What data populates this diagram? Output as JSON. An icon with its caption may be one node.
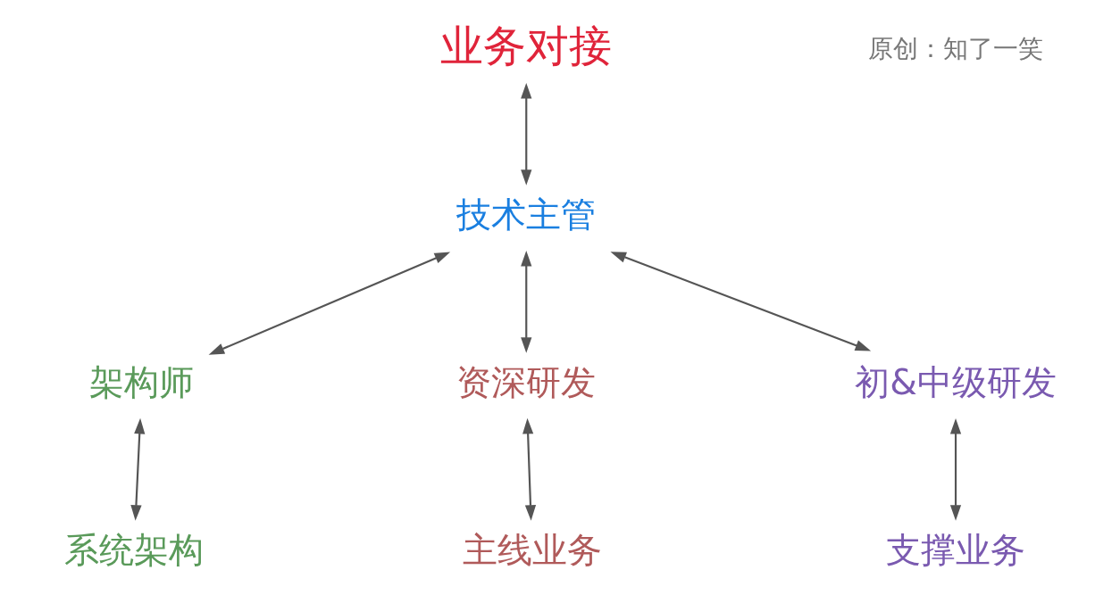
{
  "diagram": {
    "nodes": [
      {
        "text": [
          "业务对接"
        ]
      },
      {
        "text": [
          "技术主管"
        ]
      },
      {
        "text": [
          "架构师"
        ]
      },
      {
        "text": [
          "资深研发"
        ]
      },
      {
        "text": [
          "初&中级研发"
        ]
      },
      {
        "text": [
          "系统架构"
        ]
      },
      {
        "text": [
          "主线业务"
        ]
      },
      {
        "text": [
          "支撑业务"
        ]
      }
    ],
    "edges": [
      {
        "from": 0,
        "to": 1,
        "arrow": "both"
      },
      {
        "from": 1,
        "to": 2,
        "arrow": "both"
      },
      {
        "from": 1,
        "to": 3,
        "arrow": "both"
      },
      {
        "from": 1,
        "to": 4,
        "arrow": "both"
      },
      {
        "from": 2,
        "to": 5,
        "arrow": "both"
      },
      {
        "from": 3,
        "to": 6,
        "arrow": "both"
      },
      {
        "from": 4,
        "to": 7,
        "arrow": "both"
      }
    ],
    "labels": [
      "原创：知了一笑"
    ]
  }
}
